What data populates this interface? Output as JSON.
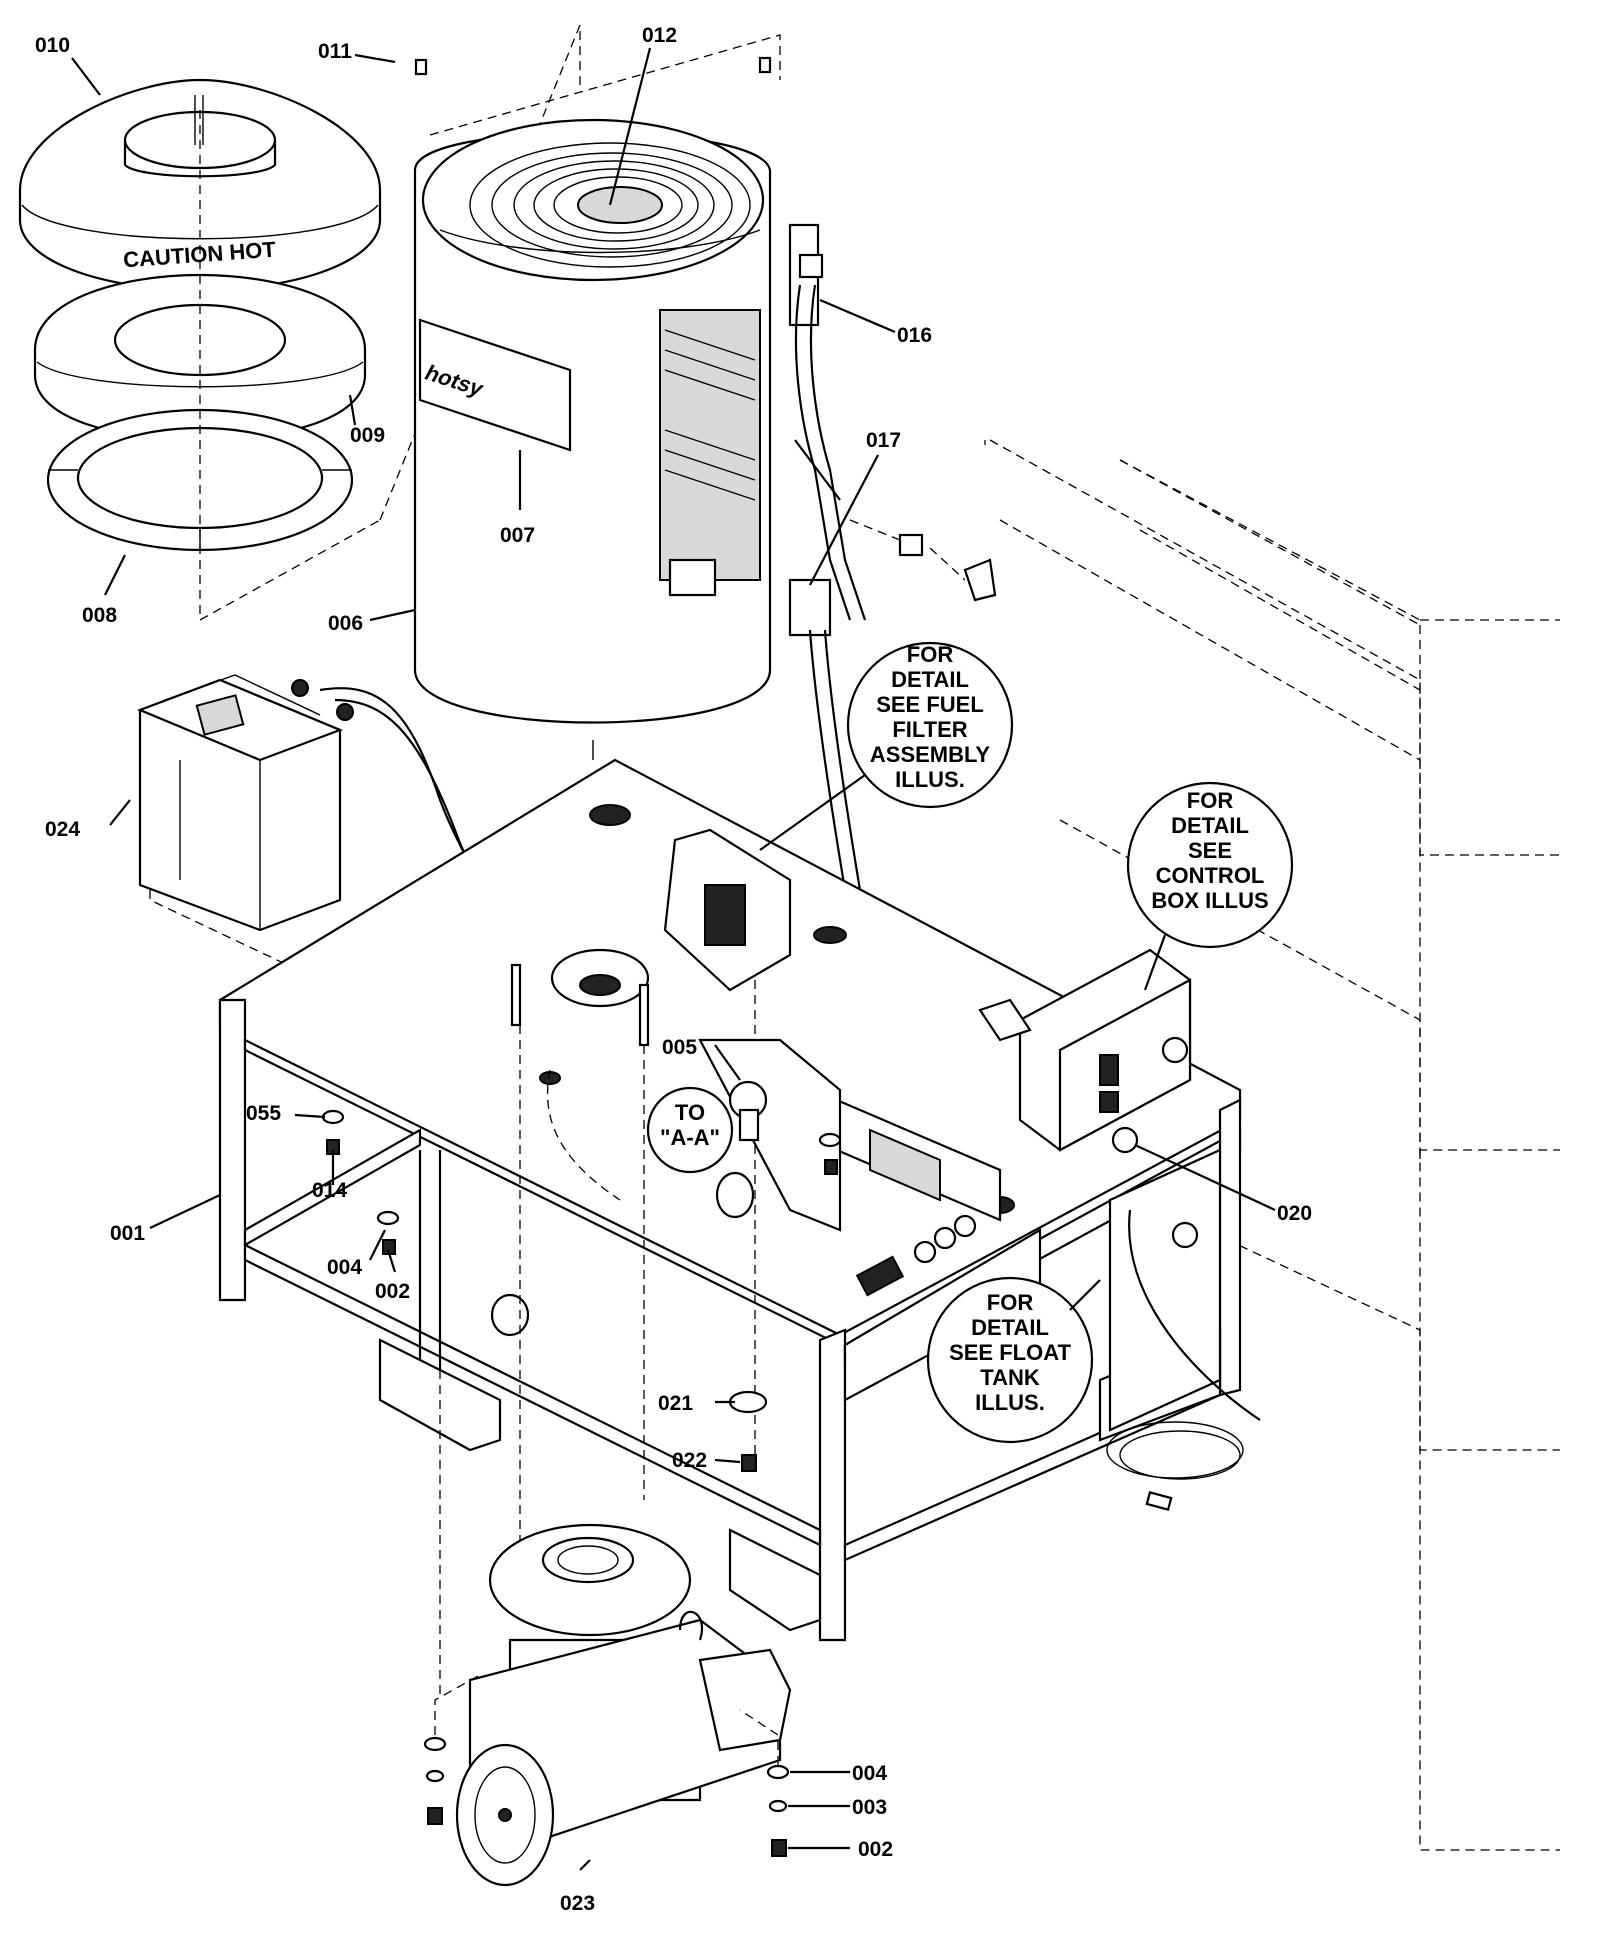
{
  "callouts": [
    {
      "id": "c010",
      "label": "010"
    },
    {
      "id": "c011",
      "label": "011"
    },
    {
      "id": "c012",
      "label": "012"
    },
    {
      "id": "c016",
      "label": "016"
    },
    {
      "id": "c017",
      "label": "017"
    },
    {
      "id": "c009",
      "label": "009"
    },
    {
      "id": "c007",
      "label": "007"
    },
    {
      "id": "c008",
      "label": "008"
    },
    {
      "id": "c006",
      "label": "006"
    },
    {
      "id": "c024",
      "label": "024"
    },
    {
      "id": "c005",
      "label": "005"
    },
    {
      "id": "c055",
      "label": "055"
    },
    {
      "id": "c014",
      "label": "014"
    },
    {
      "id": "c001",
      "label": "001"
    },
    {
      "id": "c004a",
      "label": "004"
    },
    {
      "id": "c002a",
      "label": "002"
    },
    {
      "id": "c020",
      "label": "020"
    },
    {
      "id": "c021",
      "label": "021"
    },
    {
      "id": "c022",
      "label": "022"
    },
    {
      "id": "c004b",
      "label": "004"
    },
    {
      "id": "c003",
      "label": "003"
    },
    {
      "id": "c002b",
      "label": "002"
    },
    {
      "id": "c023",
      "label": "023"
    }
  ],
  "notes": {
    "fuel_filter": [
      "FOR",
      "DETAIL",
      "SEE FUEL",
      "FILTER",
      "ASSEMBLY",
      "ILLUS."
    ],
    "control_box": [
      "FOR",
      "DETAIL",
      "SEE",
      "CONTROL",
      "BOX ILLUS"
    ],
    "float_tank": [
      "FOR",
      "DETAIL",
      "SEE FLOAT",
      "TANK",
      "ILLUS."
    ],
    "to_aa": [
      "TO",
      "\"A-A\""
    ]
  },
  "printed_text": {
    "cover_text": "CAUTION HOT",
    "brand": "hotsy"
  }
}
